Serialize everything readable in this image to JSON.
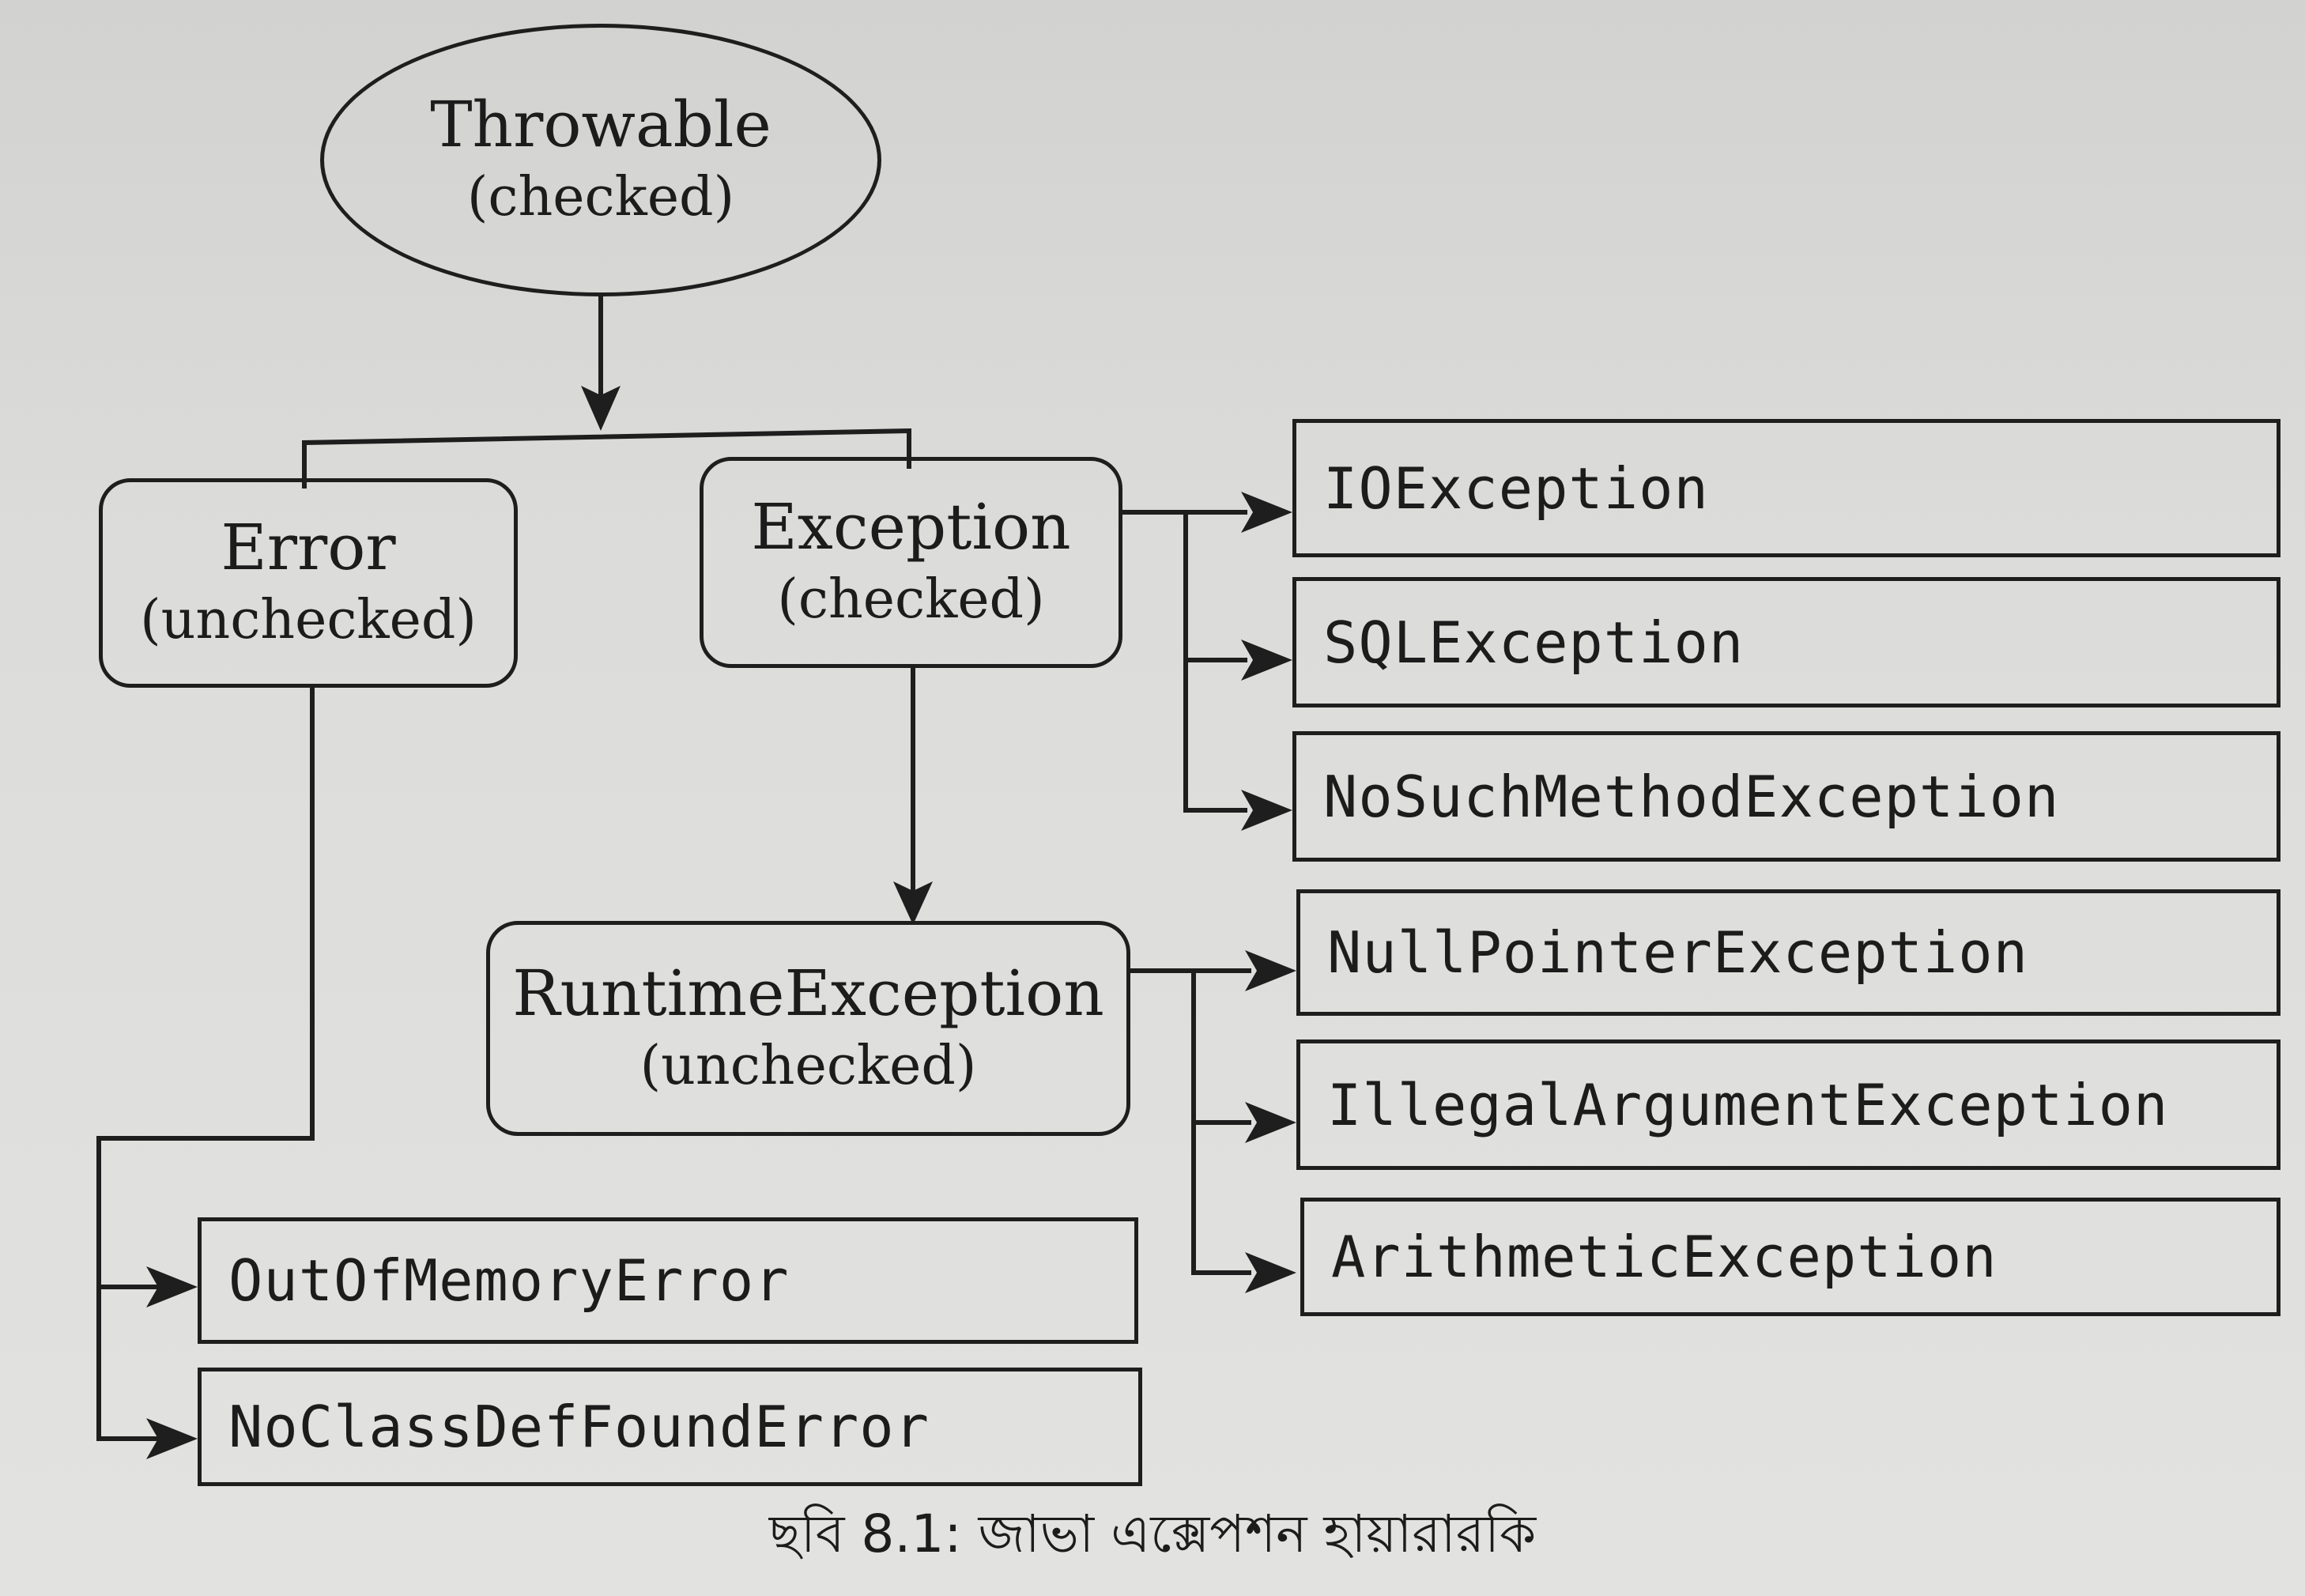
{
  "diagram": {
    "root": {
      "name": "Throwable",
      "kind": "(checked)"
    },
    "error": {
      "name": "Error",
      "kind": "(unchecked)",
      "children": [
        "OutOfMemoryError",
        "NoClassDefFoundError"
      ]
    },
    "exception": {
      "name": "Exception",
      "kind": "(checked)",
      "children": [
        "IOException",
        "SQLException",
        "NoSuchMethodException"
      ]
    },
    "runtime": {
      "name": "RuntimeException",
      "kind": "(unchecked)",
      "children": [
        "NullPointerException",
        "IllegalArgumentException",
        "ArithmeticException"
      ]
    }
  },
  "caption": "ছবি 8.1: জাভা এক্সেপশন হায়ারারকি",
  "colors": {
    "line": "#1e1e1e",
    "text": "#1c1c1c",
    "paper": "#dcdcda"
  }
}
